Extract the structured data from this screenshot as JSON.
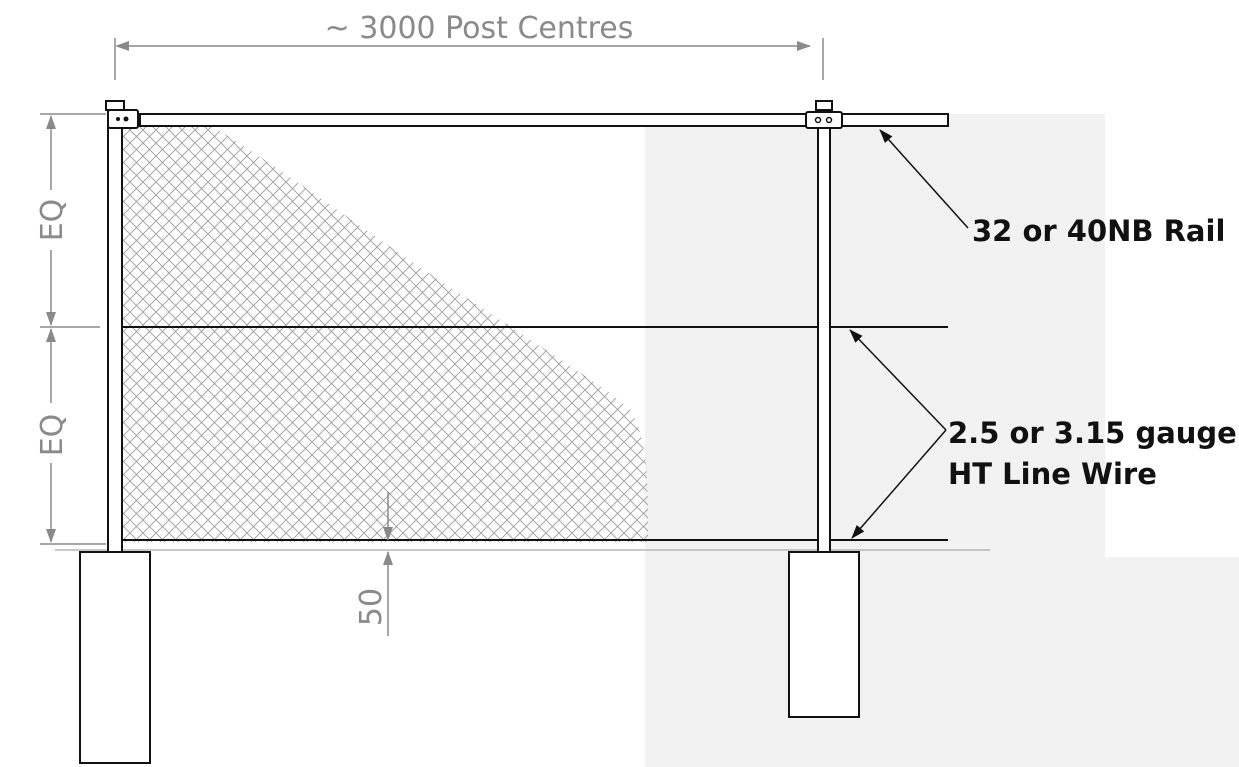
{
  "dimensions": {
    "post_centres": "~ 3000 Post Centres",
    "upper_span": "EQ",
    "lower_span": "EQ",
    "ground_clearance": "50"
  },
  "callouts": {
    "rail": "32 or 40NB Rail",
    "line_wire_line1": "2.5 or 3.15 gauge",
    "line_wire_line2": "HT Line Wire"
  },
  "colors": {
    "background_panel": "#f2f2f2",
    "line": "#111111",
    "dimension": "#8a8a8a",
    "mesh": "#9c9c9c"
  }
}
